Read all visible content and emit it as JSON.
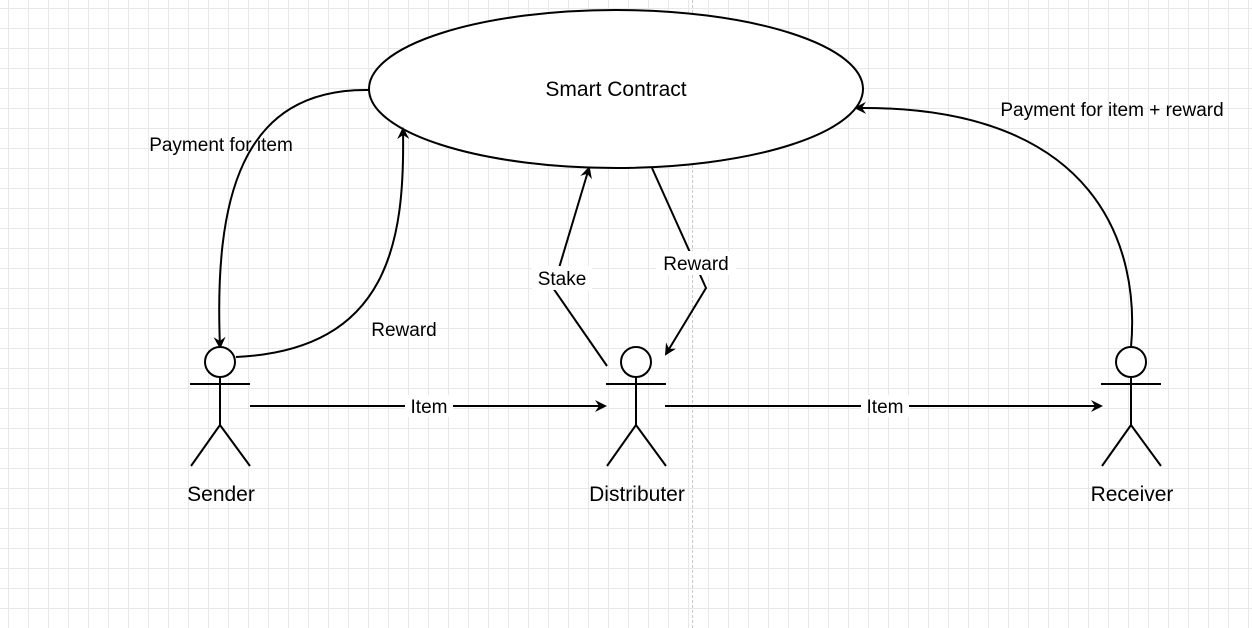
{
  "diagram": {
    "contract": {
      "label": "Smart Contract"
    },
    "actors": {
      "sender": {
        "label": "Sender"
      },
      "distributer": {
        "label": "Distributer"
      },
      "receiver": {
        "label": "Receiver"
      }
    },
    "edges": {
      "contract_to_sender": {
        "label": "Payment for item"
      },
      "sender_to_contract": {
        "label": "Reward"
      },
      "distributer_to_contract": {
        "label": "Stake"
      },
      "contract_to_distributer": {
        "label": "Reward"
      },
      "receiver_to_contract": {
        "label": "Payment for item + reward"
      },
      "sender_to_distributer": {
        "label": "Item"
      },
      "distributer_to_receiver": {
        "label": "Item"
      }
    }
  }
}
